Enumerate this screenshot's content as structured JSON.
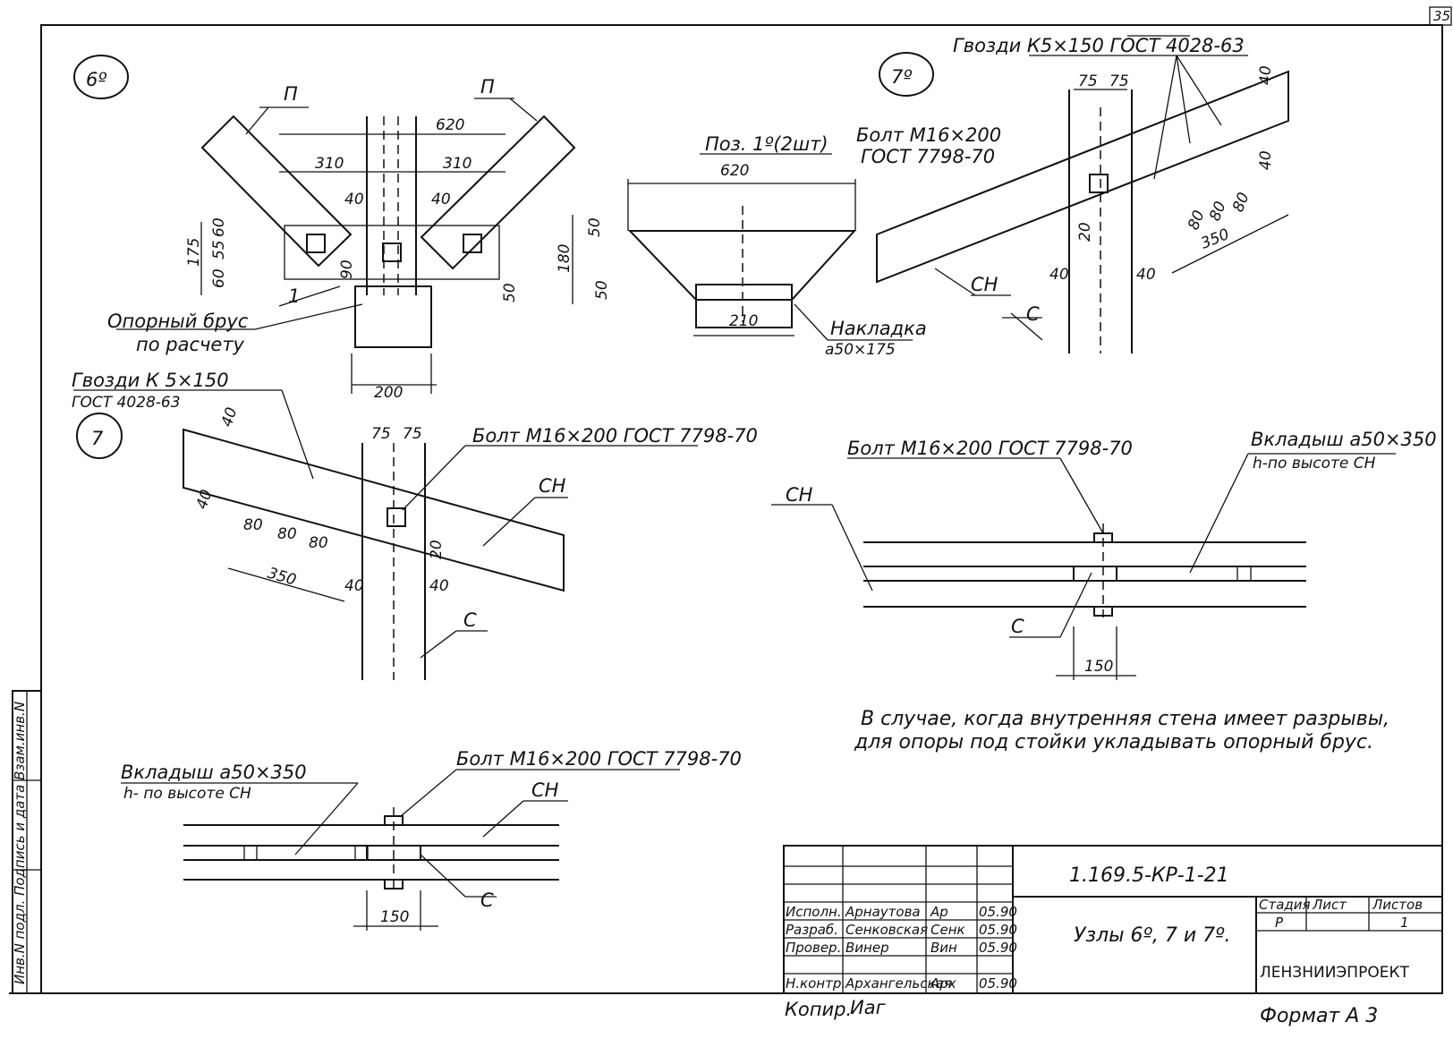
{
  "sheet": {
    "page_number": "35",
    "side_stamp": "Инв.N подл. Подпись и дата Взам.инв.N",
    "copied_by_label": "Копир.",
    "copied_by_sign": "Иаг",
    "format_label": "Формат А 3"
  },
  "title_block": {
    "code": "1.169.5-КР-1-21",
    "title": "Узлы 6º, 7 и 7º.",
    "org": "ЛЕНЗНИИЭПРОЕКТ",
    "headers": {
      "stage": "Стадия",
      "sheet": "Лист",
      "sheets": "Листов"
    },
    "values": {
      "stage": "Р",
      "sheet": "",
      "sheets": "1"
    },
    "rows": [
      {
        "role": "Исполн.",
        "name": "Арнаутова",
        "sign": "Ар",
        "date": "05.90"
      },
      {
        "role": "Разраб.",
        "name": "Сенковская",
        "sign": "Сенк",
        "date": "05.90"
      },
      {
        "role": "Провер.",
        "name": "Винер",
        "sign": "Вин",
        "date": "05.90"
      },
      {
        "role": "Н.контр.",
        "name": "Архангельская",
        "sign": "Арх",
        "date": "05.90"
      }
    ]
  },
  "node_6a": {
    "marker": "6º",
    "labels": {
      "p_left": "П",
      "p_right": "П",
      "pos_1": "1",
      "support_beam": "Опорный брус",
      "support_beam_2": "по расчету"
    },
    "dims": {
      "d620": "620",
      "d310a": "310",
      "d310b": "310",
      "d40a": "40",
      "d40b": "40",
      "d175": "175",
      "d60a": "60",
      "d55": "55",
      "d60b": "60",
      "d90": "90",
      "d50": "50",
      "d200": "200"
    }
  },
  "detail_pos1": {
    "title": "Поз. 1º(2шт)",
    "dims": {
      "d620": "620",
      "d180": "180",
      "d50a": "50",
      "d50b": "50",
      "d210": "210"
    },
    "pad_label": "Накладка",
    "pad_size": "а50×175"
  },
  "node_7a": {
    "marker": "7º",
    "nails": "Гвозди К5×150 ГОСТ 4028-63",
    "bolt_1": "Болт М16×200",
    "bolt_2": "ГОСТ 7798-70",
    "labels": {
      "sn": "СН",
      "s": "С"
    },
    "dims": {
      "d75a": "75",
      "d75b": "75",
      "d40t": "40",
      "d40r": "40",
      "d80a": "80",
      "d80b": "80",
      "d80c": "80",
      "d350": "350",
      "d20": "20",
      "d40a": "40",
      "d40b": "40"
    }
  },
  "node_7": {
    "marker": "7",
    "nails_1": "Гвозди К 5×150",
    "nails_2": "ГОСТ 4028-63",
    "bolt": "Болт М16×200 ГОСТ 7798-70",
    "labels": {
      "sn": "СН",
      "s": "С"
    },
    "dims": {
      "d40t": "40",
      "d40l": "40",
      "d80a": "80",
      "d80b": "80",
      "d80c": "80",
      "d350": "350",
      "d75a": "75",
      "d75b": "75",
      "d20": "20",
      "d40a": "40",
      "d40b": "40"
    }
  },
  "plan_right": {
    "bolt": "Болт М16×200 ГОСТ 7798-70",
    "insert_1": "Вкладыш а50×350",
    "insert_2": "h-по высоте СН",
    "labels": {
      "sn": "СН",
      "s": "С"
    },
    "dim150": "150"
  },
  "plan_left": {
    "insert_1": "Вкладыш а50×350",
    "insert_2": "h- по высоте СН",
    "bolt": "Болт М16×200 ГОСТ 7798-70",
    "labels": {
      "sn": "СН",
      "s": "С"
    },
    "dim150": "150"
  },
  "note": {
    "line1": "В случае, когда внутренняя стена имеет разрывы,",
    "line2": "для опоры под стойки укладывать опорный брус."
  }
}
